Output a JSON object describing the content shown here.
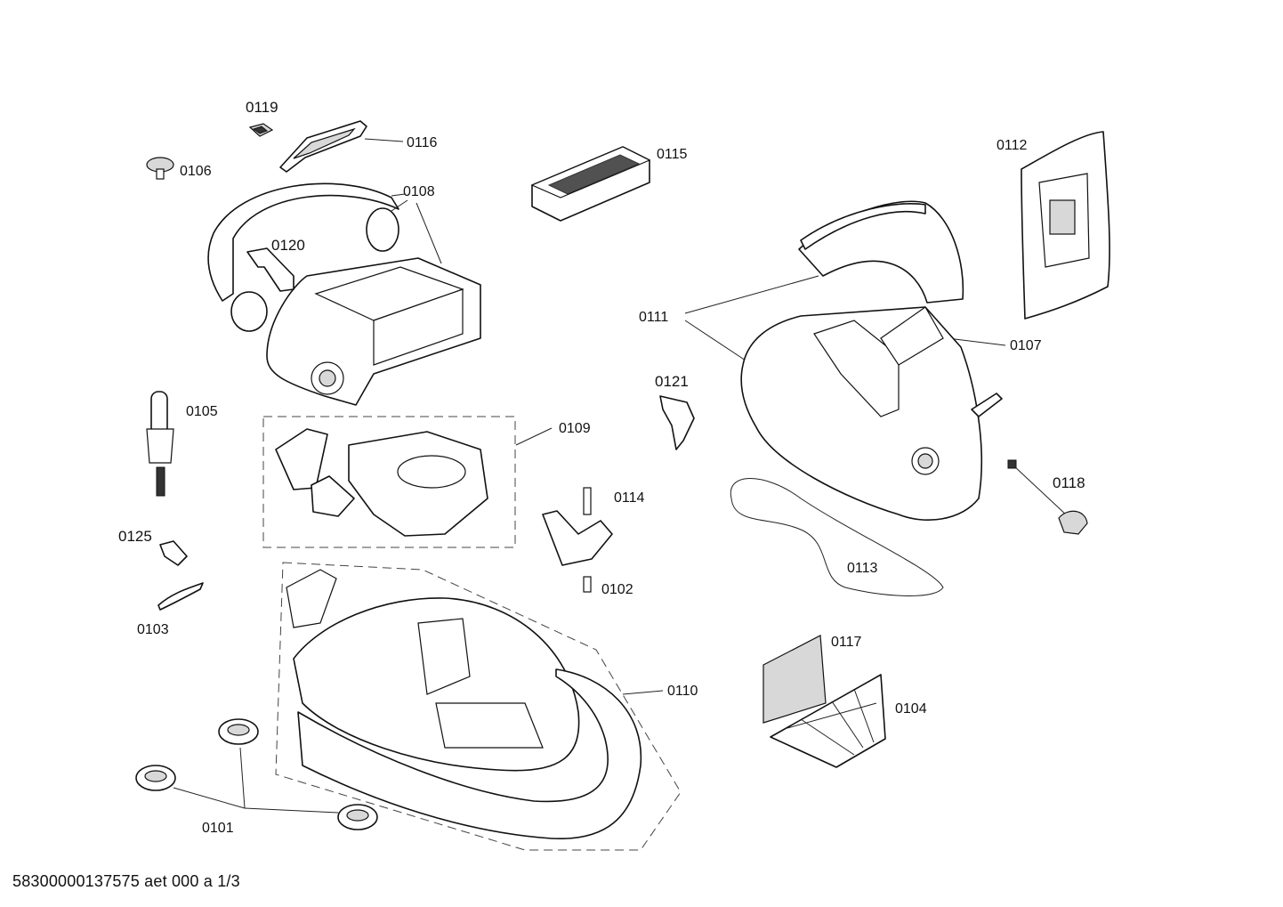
{
  "labels": {
    "p0101": "0101",
    "p0102": "0102",
    "p0103": "0103",
    "p0104": "0104",
    "p0105": "0105",
    "p0106": "0106",
    "p0107": "0107",
    "p0108": "0108",
    "p0109": "0109",
    "p0110": "0110",
    "p0111": "0111",
    "p0112": "0112",
    "p0113": "0113",
    "p0114": "0114",
    "p0115": "0115",
    "p0116": "0116",
    "p0117": "0117",
    "p0118": "0118",
    "p0119": "0119",
    "p0120": "0120",
    "p0121": "0121",
    "p0125": "0125"
  },
  "footer": "58300000137575 aet 000 a 1/3"
}
